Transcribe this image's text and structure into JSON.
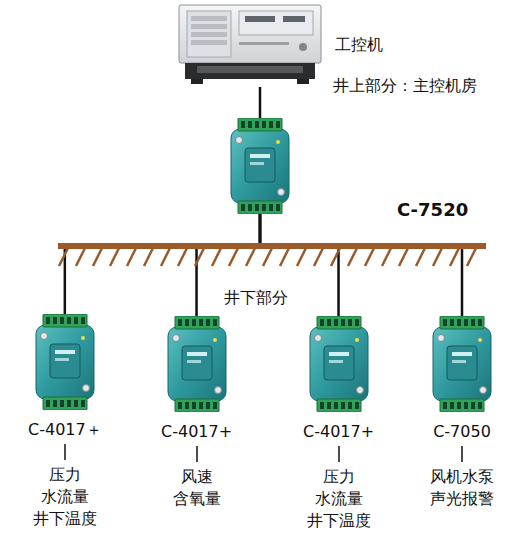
{
  "diagram": {
    "nodes": [
      {
        "text": [
          "工控机"
        ]
      },
      {
        "text": [
          "C-7520"
        ]
      },
      {
        "text": [
          "C-4017＋",
          "压力 水流量 井下温度"
        ]
      },
      {
        "text": [
          "C-4017+",
          "风速 含氧量"
        ]
      },
      {
        "text": [
          "C-4017+",
          "压力 水流量 井下温度"
        ]
      },
      {
        "text": [
          "C-7050",
          "风机水泵 声光报警"
        ]
      }
    ],
    "edges": [
      {
        "from": 0,
        "to": 1,
        "arrow": "none"
      },
      {
        "from": 1,
        "to": 2,
        "arrow": "none"
      },
      {
        "from": 1,
        "to": 3,
        "arrow": "none"
      },
      {
        "from": 1,
        "to": 4,
        "arrow": "none"
      },
      {
        "from": 1,
        "to": 5,
        "arrow": "none"
      }
    ],
    "labels": [
      "井上部分：主控机房",
      "井下部分"
    ]
  }
}
